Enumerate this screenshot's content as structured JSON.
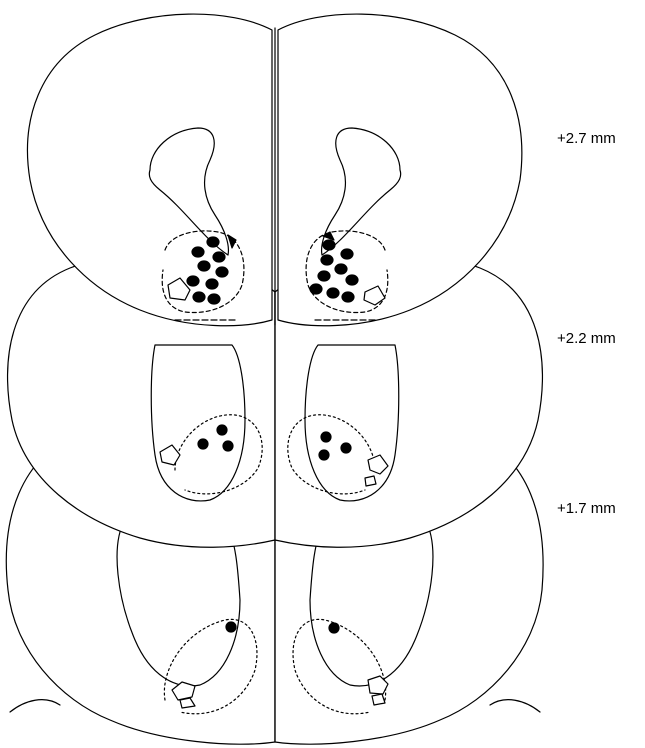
{
  "section_labels": [
    "+2.7 mm",
    "+2.2 mm",
    "+1.7 mm"
  ]
}
